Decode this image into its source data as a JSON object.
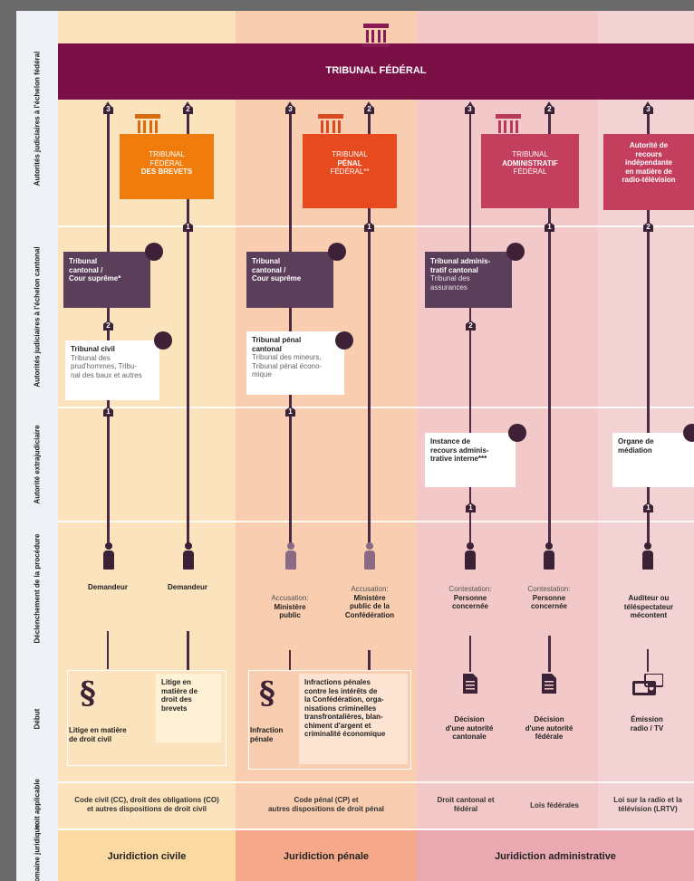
{
  "rows": {
    "federal": "Autorités judiciaires à l'échelon fédéral",
    "cantonal": "Autorités judiciaires à l'échelon cantonal",
    "extra": "Autorité extrajudiciaire",
    "trigger": "Déclenchement de la procédure",
    "start": "Début",
    "law": "Droit applicable",
    "domain": "Domaine juridique"
  },
  "federal_court": "TRIBUNAL FÉDÉRAL",
  "courts": {
    "patents": {
      "l1": "TRIBUNAL",
      "l2": "FÉDÉRAL",
      "l3": "DES BREVETS"
    },
    "penal": {
      "l1": "TRIBUNAL",
      "l2": "PÉNAL",
      "l3": "FÉDÉRAL**"
    },
    "admin": {
      "l1": "TRIBUNAL",
      "l2": "ADMINISTRATIF",
      "l3": "FÉDÉRAL"
    },
    "radio": {
      "l1": "Autorité de",
      "l2": "recours",
      "l3": "indépendante",
      "l4": "en matière de",
      "l5": "radio-télévision"
    }
  },
  "cantonal": {
    "civil_supreme": {
      "l1": "Tribunal",
      "l2": "cantonal /",
      "l3": "Cour suprême*"
    },
    "penal_supreme": {
      "l1": "Tribunal",
      "l2": "cantonal /",
      "l3": "Cour suprême"
    },
    "admin": {
      "l1": "Tribunal adminis-",
      "l2": "tratif cantonal",
      "s1": "Tribunal des",
      "s2": "assurances"
    },
    "civil": {
      "title": "Tribunal civil",
      "s1": "Tribunal des",
      "s2": "prud'hommes, Tribu-",
      "s3": "nal des baux et autres"
    },
    "penal": {
      "t1": "Tribunal pénal",
      "t2": "cantonal",
      "s1": "Tribunal des mineurs,",
      "s2": "Tribunal pénal écono-",
      "s3": "mique"
    }
  },
  "extra": {
    "admin": {
      "l1": "Instance de",
      "l2": "recours adminis-",
      "l3": "trative interne***"
    },
    "radio": {
      "l1": "Organe de",
      "l2": "médiation"
    }
  },
  "triggers": {
    "p1": "Demandeur",
    "p2": "Demandeur",
    "p3a": "Accusation:",
    "p3b": "Ministère",
    "p3c": "public",
    "p4a": "Accusation:",
    "p4b": "Ministère",
    "p4c": "public de la",
    "p4d": "Confédération",
    "p5a": "Contestation:",
    "p5b": "Personne",
    "p5c": "concernée",
    "p6a": "Contestation:",
    "p6b": "Personne",
    "p6c": "concernée",
    "p7a": "Auditeur ou",
    "p7b": "téléspectateur",
    "p7c": "mécontent"
  },
  "starts": {
    "civil1": "Litige en matière",
    "civil2": "de droit civil",
    "brev1": "Litige en",
    "brev2": "matière de",
    "brev3": "droit des",
    "brev4": "brevets",
    "inf1": "Infraction",
    "inf2": "pénale",
    "ip1": "Infractions pénales",
    "ip2": "contre les intérêts de",
    "ip3": "la Confédération, orga-",
    "ip4": "nisations criminelles",
    "ip5": "transfrontalières, blan-",
    "ip6": "chiment d'argent et",
    "ip7": "criminalité économique",
    "dc1": "Décision",
    "dc2": "d'une autorité",
    "dc3": "cantonale",
    "df1": "Décision",
    "df2": "d'une autorité",
    "df3": "fédérale",
    "em1": "Émission",
    "em2": "radio / TV"
  },
  "laws": {
    "civil1": "Code civil (CC), droit des obligations (CO)",
    "civil2": "et autres dispositions de droit civil",
    "penal1": "Code pénal (CP) et",
    "penal2": "autres dispositions de droit pénal",
    "adm1a": "Droit cantonal et",
    "adm1b": "fédéral",
    "adm2": "Lois fédérales",
    "radio1": "Loi sur la radio et la",
    "radio2": "télévision (LRTV)"
  },
  "domains": {
    "civil": "Juridiction civile",
    "penal": "Juridiction pénale",
    "admin": "Juridiction administrative"
  },
  "num": {
    "n1": "1",
    "n2": "2",
    "n3": "3"
  },
  "colors": {
    "burgundy": "#7a0f45",
    "orange": "#ef7c0d",
    "red": "#e84a1f",
    "rose": "#c43e5e",
    "purple": "#5b3e5a"
  }
}
